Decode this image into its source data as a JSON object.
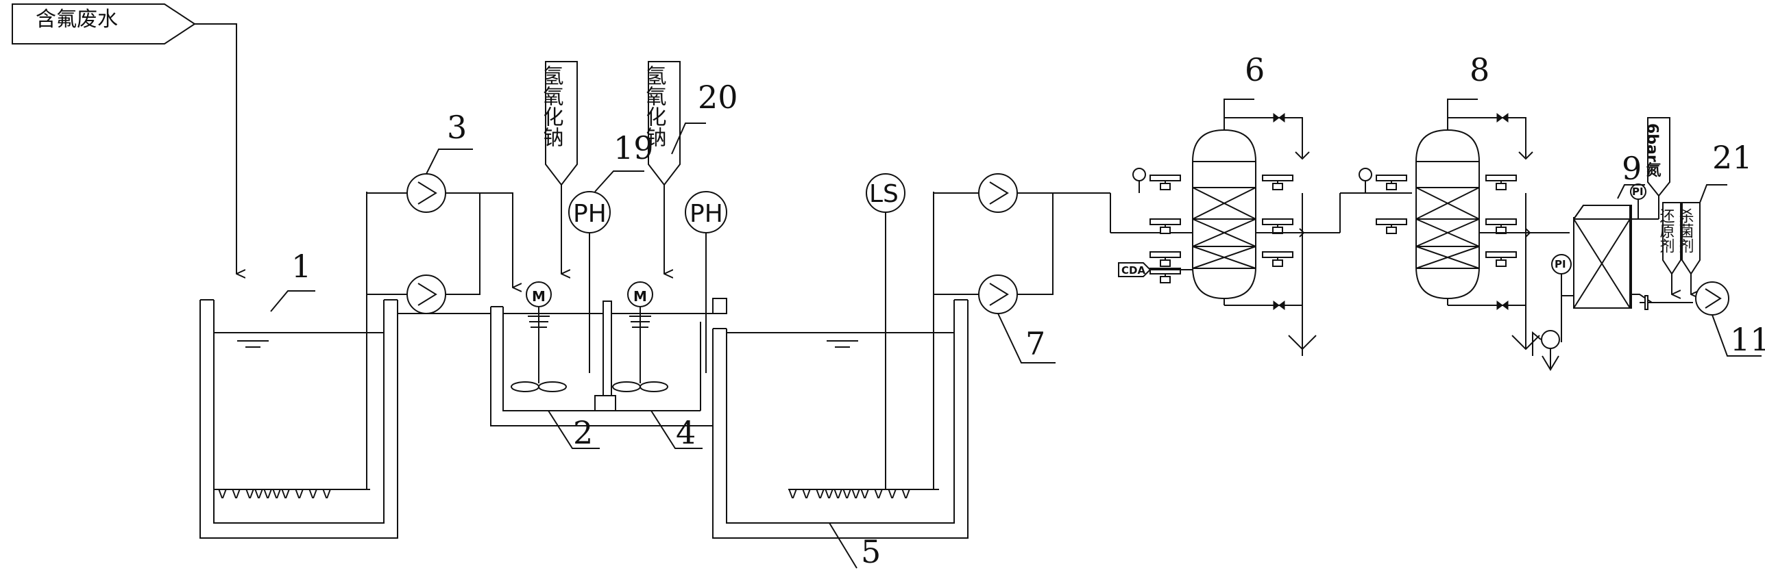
{
  "inlet": {
    "text": "含氟废水"
  },
  "chemicals": {
    "naoh_1": "氢氧化钠",
    "naoh_2": "氢氧化钠",
    "pressure": "6bar氮",
    "reagent_a": "杀菌剂",
    "reagent_b": "还原剂"
  },
  "instruments": {
    "ph_1": "PH",
    "ph_2": "PH",
    "level_switch": "LS",
    "motor_1": "M",
    "motor_2": "M",
    "pi_1": "PI",
    "pi_2": "PI",
    "cda": "CDA"
  },
  "labels": {
    "n1": "1",
    "n2": "2",
    "n3": "3",
    "n4": "4",
    "n5": "5",
    "n6": "6",
    "n7": "7",
    "n8": "8",
    "n9": "9",
    "n11": "11",
    "n19": "19",
    "n20": "20",
    "n21": "21"
  },
  "colors": {
    "line": "#111111",
    "background": "#ffffff"
  }
}
